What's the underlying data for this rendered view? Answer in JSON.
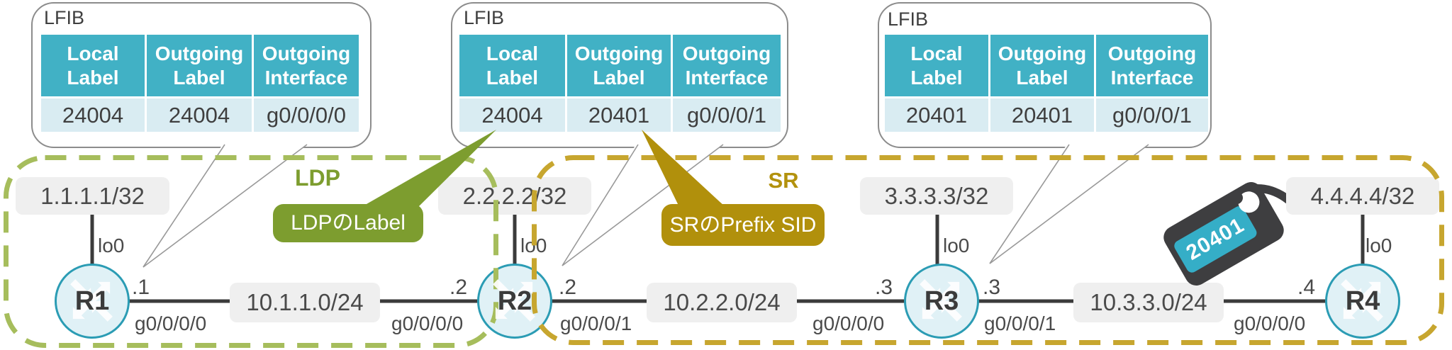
{
  "colors": {
    "table_header": "#41b1c5",
    "table_row_bg": "#d9ecf2",
    "bubble_border": "#8c8c8c",
    "ldp_accent": "#7d9d2f",
    "ldp_dash": "#a6bd5c",
    "sr_accent": "#b1900c",
    "sr_dash": "#c7a62f",
    "link_line": "#3b3b3b",
    "router_fill": "#e0f1f6",
    "router_border": "#2b9cb4",
    "tag_body": "#3e3e40",
    "tag_label_bg": "#35aec7"
  },
  "lfib_tables": [
    {
      "title": "LFIB",
      "headers": [
        "Local Label",
        "Outgoing Label",
        "Outgoing Interface"
      ],
      "row": [
        "24004",
        "24004",
        "g0/0/0/0"
      ]
    },
    {
      "title": "LFIB",
      "headers": [
        "Local Label",
        "Outgoing Label",
        "Outgoing Interface"
      ],
      "row": [
        "24004",
        "20401",
        "g0/0/0/1"
      ]
    },
    {
      "title": "LFIB",
      "headers": [
        "Local Label",
        "Outgoing Label",
        "Outgoing Interface"
      ],
      "row": [
        "20401",
        "20401",
        "g0/0/0/1"
      ]
    }
  ],
  "regions": {
    "ldp": {
      "label": "LDP"
    },
    "sr": {
      "label": "SR"
    }
  },
  "callouts": {
    "ldp": {
      "text": "LDPのLabel"
    },
    "sr": {
      "text": "SRのPrefix SID"
    }
  },
  "routers": [
    {
      "name": "R1",
      "loopback": "1.1.1.1/32",
      "loopback_if": "lo0"
    },
    {
      "name": "R2",
      "loopback": "2.2.2.2/32",
      "loopback_if": "lo0"
    },
    {
      "name": "R3",
      "loopback": "3.3.3.3/32",
      "loopback_if": "lo0"
    },
    {
      "name": "R4",
      "loopback": "4.4.4.4/32",
      "loopback_if": "lo0"
    }
  ],
  "links": [
    {
      "subnet": "10.1.1.0/24",
      "left_addr": ".1",
      "left_if": "g0/0/0/0",
      "right_addr": ".2",
      "right_if": "g0/0/0/0"
    },
    {
      "subnet": "10.2.2.0/24",
      "left_addr": ".2",
      "left_if": "g0/0/0/1",
      "right_addr": ".3",
      "right_if": "g0/0/0/0"
    },
    {
      "subnet": "10.3.3.0/24",
      "left_addr": ".3",
      "left_if": "g0/0/0/1",
      "right_addr": ".4",
      "right_if": "g0/0/0/0"
    }
  ],
  "tag": {
    "value": "20401"
  }
}
